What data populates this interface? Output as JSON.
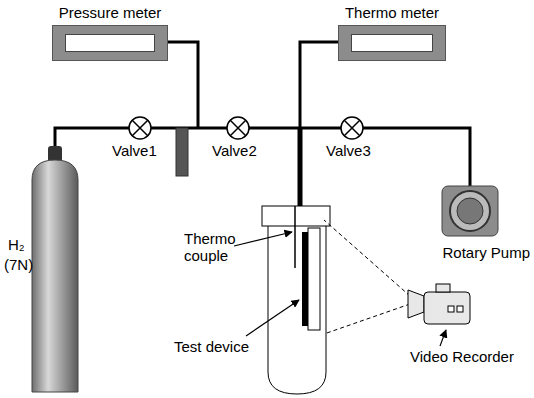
{
  "diagram": {
    "nodes": [
      {
        "text": [
          "Pressure meter"
        ]
      },
      {
        "text": [
          "Thermo meter"
        ]
      }
    ],
    "labels": [
      "H₂",
      "(7N)",
      "Valve1",
      "Valve2",
      "Valve3",
      "Rotary Pump",
      "Thermo couple",
      "Test device",
      "Video Recorder"
    ]
  }
}
